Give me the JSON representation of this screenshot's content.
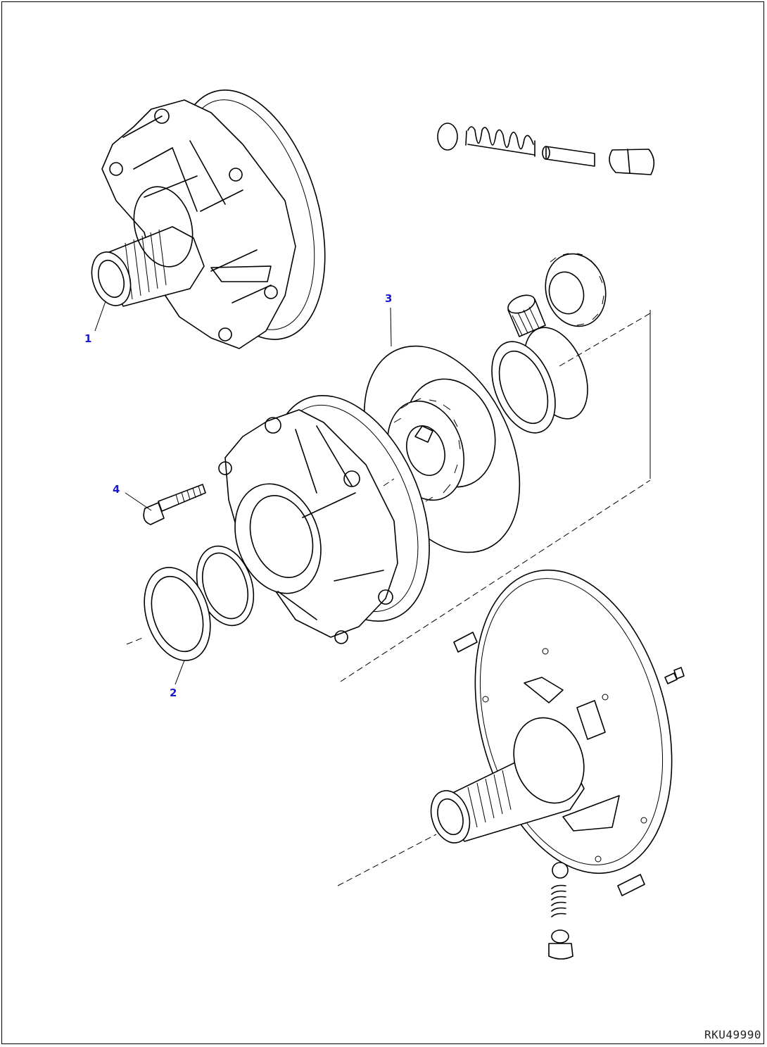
{
  "callouts": {
    "part_1": "1",
    "part_2": "2",
    "part_3": "3",
    "part_4": "4"
  },
  "figure_id": "RKU49990",
  "colors": {
    "callout": "#1a1acc",
    "line": "#000000",
    "background": "#ffffff"
  }
}
